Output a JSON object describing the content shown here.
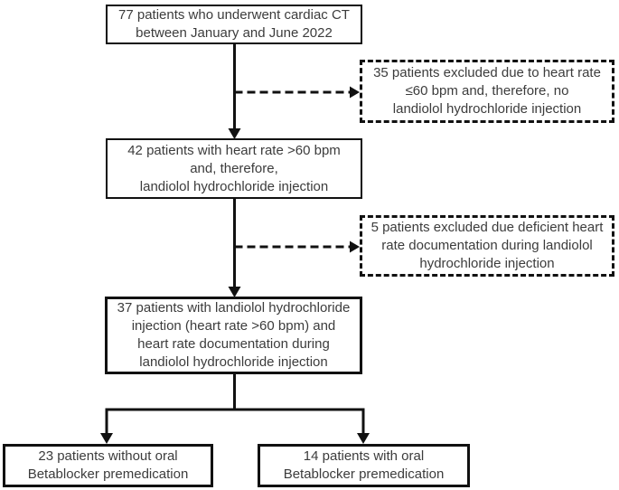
{
  "diagram": {
    "type": "flowchart",
    "colors": {
      "border": "#111111",
      "text": "#3c3c3c",
      "background": "#ffffff"
    },
    "nodes": {
      "patients_77": {
        "lines": [
          "77 patients who underwent cardiac CT",
          "between January and June 2022"
        ]
      },
      "excluded_35": {
        "lines": [
          "35 patients excluded due to heart rate",
          "≤60 bpm and, therefore, no",
          "landiolol hydrochloride injection"
        ]
      },
      "patients_42": {
        "lines": [
          "42 patients with heart rate >60 bpm",
          "and, therefore,",
          "landiolol hydrochloride injection"
        ]
      },
      "excluded_5": {
        "lines": [
          "5 patients excluded due deficient heart",
          "rate documentation during landiolol",
          "hydrochloride injection"
        ]
      },
      "patients_37": {
        "lines": [
          "37 patients with landiolol hydrochloride",
          "injection (heart rate >60 bpm) and",
          "heart rate documentation during",
          "landiolol hydrochloride injection"
        ]
      },
      "without_betablocker_23": {
        "lines": [
          "23 patients without oral",
          "Betablocker premedication"
        ]
      },
      "with_betablocker_14": {
        "lines": [
          "14 patients with oral",
          "Betablocker premedication"
        ]
      }
    },
    "edges": [
      {
        "from": "patients_77",
        "to": "excluded_35",
        "style": "dashed-arrow"
      },
      {
        "from": "patients_77",
        "to": "patients_42",
        "style": "solid-arrow"
      },
      {
        "from": "patients_42",
        "to": "excluded_5",
        "style": "dashed-arrow"
      },
      {
        "from": "patients_42",
        "to": "patients_37",
        "style": "solid-arrow"
      },
      {
        "from": "patients_37",
        "to": "without_betablocker_23",
        "style": "solid-arrow"
      },
      {
        "from": "patients_37",
        "to": "with_betablocker_14",
        "style": "solid-arrow"
      }
    ]
  }
}
